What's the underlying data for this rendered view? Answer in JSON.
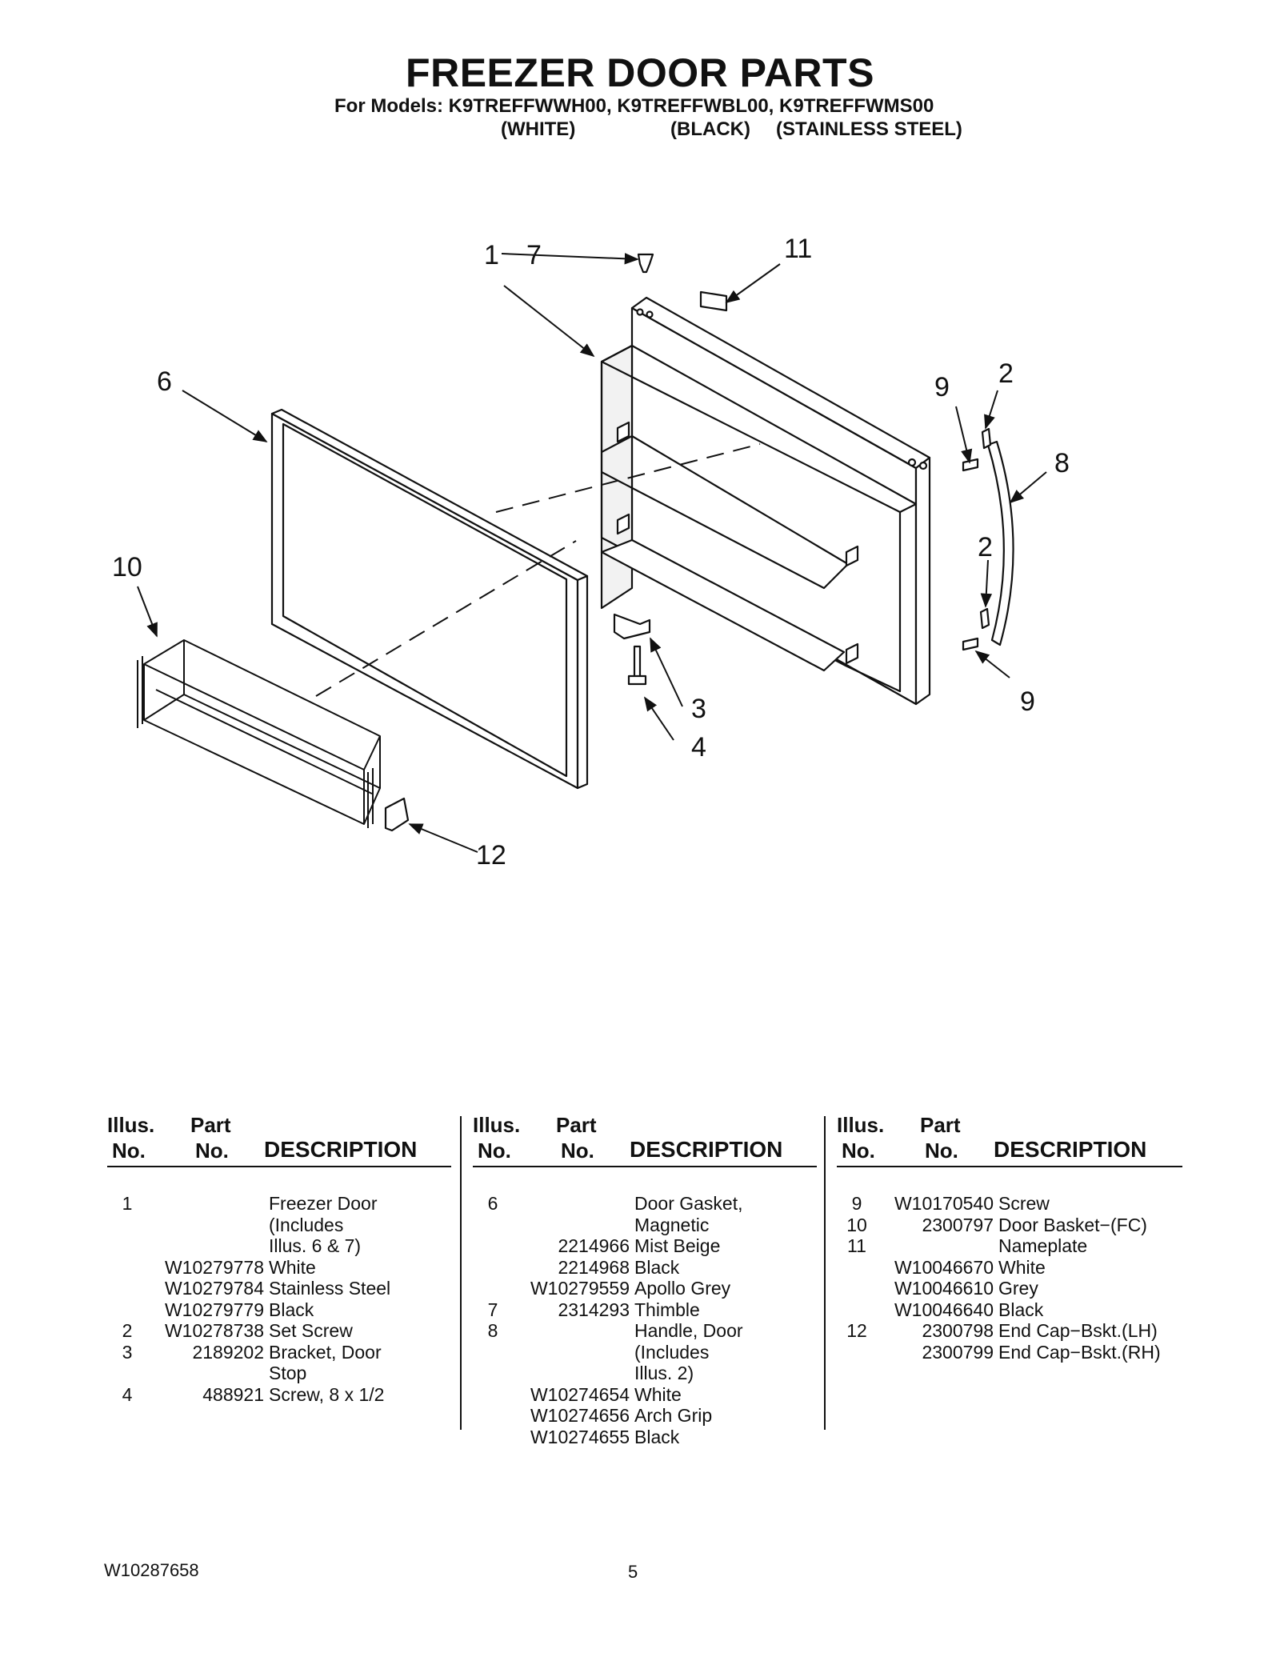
{
  "header": {
    "title": "FREEZER DOOR PARTS",
    "models_line": "For Models: K9TREFFWWH00, K9TREFFWBL00, K9TREFFWMS00",
    "colors": [
      "(WHITE)",
      "(BLACK)",
      "(STAINLESS STEEL)"
    ]
  },
  "diagram": {
    "callouts": [
      "1",
      "2",
      "2",
      "3",
      "4",
      "6",
      "7",
      "8",
      "9",
      "9",
      "10",
      "11",
      "12"
    ]
  },
  "table": {
    "headers": {
      "illus": "Illus.",
      "no": "No.",
      "part": "Part",
      "part_no": "No.",
      "description": "DESCRIPTION"
    },
    "columns": [
      {
        "rows": [
          {
            "no": "1",
            "part": "",
            "desc": "Freezer Door"
          },
          {
            "no": "",
            "part": "",
            "desc": "(Includes"
          },
          {
            "no": "",
            "part": "",
            "desc": " Illus. 6 & 7)"
          },
          {
            "no": "",
            "part": "W10279778",
            "desc": "White"
          },
          {
            "no": "",
            "part": "W10279784",
            "desc": "Stainless Steel"
          },
          {
            "no": "",
            "part": "W10279779",
            "desc": "Black"
          },
          {
            "no": "2",
            "part": "W10278738",
            "desc": "Set Screw"
          },
          {
            "no": "3",
            "part": "2189202",
            "desc": "Bracket, Door"
          },
          {
            "no": "",
            "part": "",
            "desc": "Stop"
          },
          {
            "no": "4",
            "part": "488921",
            "desc": "Screw, 8 x 1/2"
          }
        ]
      },
      {
        "rows": [
          {
            "no": "6",
            "part": "",
            "desc": "Door Gasket,"
          },
          {
            "no": "",
            "part": "",
            "desc": "Magnetic"
          },
          {
            "no": "",
            "part": "2214966",
            "desc": "Mist Beige"
          },
          {
            "no": "",
            "part": "2214968",
            "desc": "Black"
          },
          {
            "no": "",
            "part": "W10279559",
            "desc": "Apollo Grey"
          },
          {
            "no": "7",
            "part": "2314293",
            "desc": "Thimble"
          },
          {
            "no": "8",
            "part": "",
            "desc": "Handle, Door"
          },
          {
            "no": "",
            "part": "",
            "desc": "(Includes"
          },
          {
            "no": "",
            "part": "",
            "desc": " Illus. 2)"
          },
          {
            "no": "",
            "part": "W10274654",
            "desc": "White"
          },
          {
            "no": "",
            "part": "W10274656",
            "desc": "Arch Grip"
          },
          {
            "no": "",
            "part": "W10274655",
            "desc": "Black"
          }
        ]
      },
      {
        "rows": [
          {
            "no": "9",
            "part": "W10170540",
            "desc": "Screw"
          },
          {
            "no": "10",
            "part": "2300797",
            "desc": "Door Basket−(FC)"
          },
          {
            "no": "11",
            "part": "",
            "desc": "Nameplate"
          },
          {
            "no": "",
            "part": "W10046670",
            "desc": "White"
          },
          {
            "no": "",
            "part": "W10046610",
            "desc": "Grey"
          },
          {
            "no": "",
            "part": "W10046640",
            "desc": "Black"
          },
          {
            "no": "12",
            "part": "2300798",
            "desc": "End Cap−Bskt.(LH)"
          },
          {
            "no": "",
            "part": "2300799",
            "desc": "End Cap−Bskt.(RH)"
          }
        ]
      }
    ]
  },
  "footer": {
    "doc_number": "W10287658",
    "page": "5"
  }
}
